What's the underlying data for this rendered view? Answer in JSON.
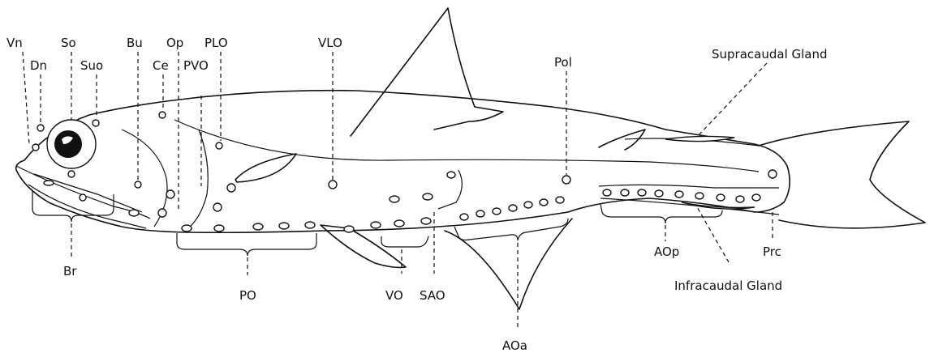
{
  "labels": {
    "vn": "Vn",
    "dn": "Dn",
    "so": "So",
    "suo": "Suo",
    "bu": "Bu",
    "op": "Op",
    "ce": "Ce",
    "pvo": "PVO",
    "plo": "PLO",
    "vlo": "VLO",
    "pol": "Pol",
    "supracaudal": "Supracaudal Gland",
    "infracaudal": "Infracaudal Gland",
    "br": "Br",
    "po": "PO",
    "vo": "VO",
    "sao": "SAO",
    "aoa": "AOa",
    "aop": "AOp",
    "prc": "Prc"
  }
}
